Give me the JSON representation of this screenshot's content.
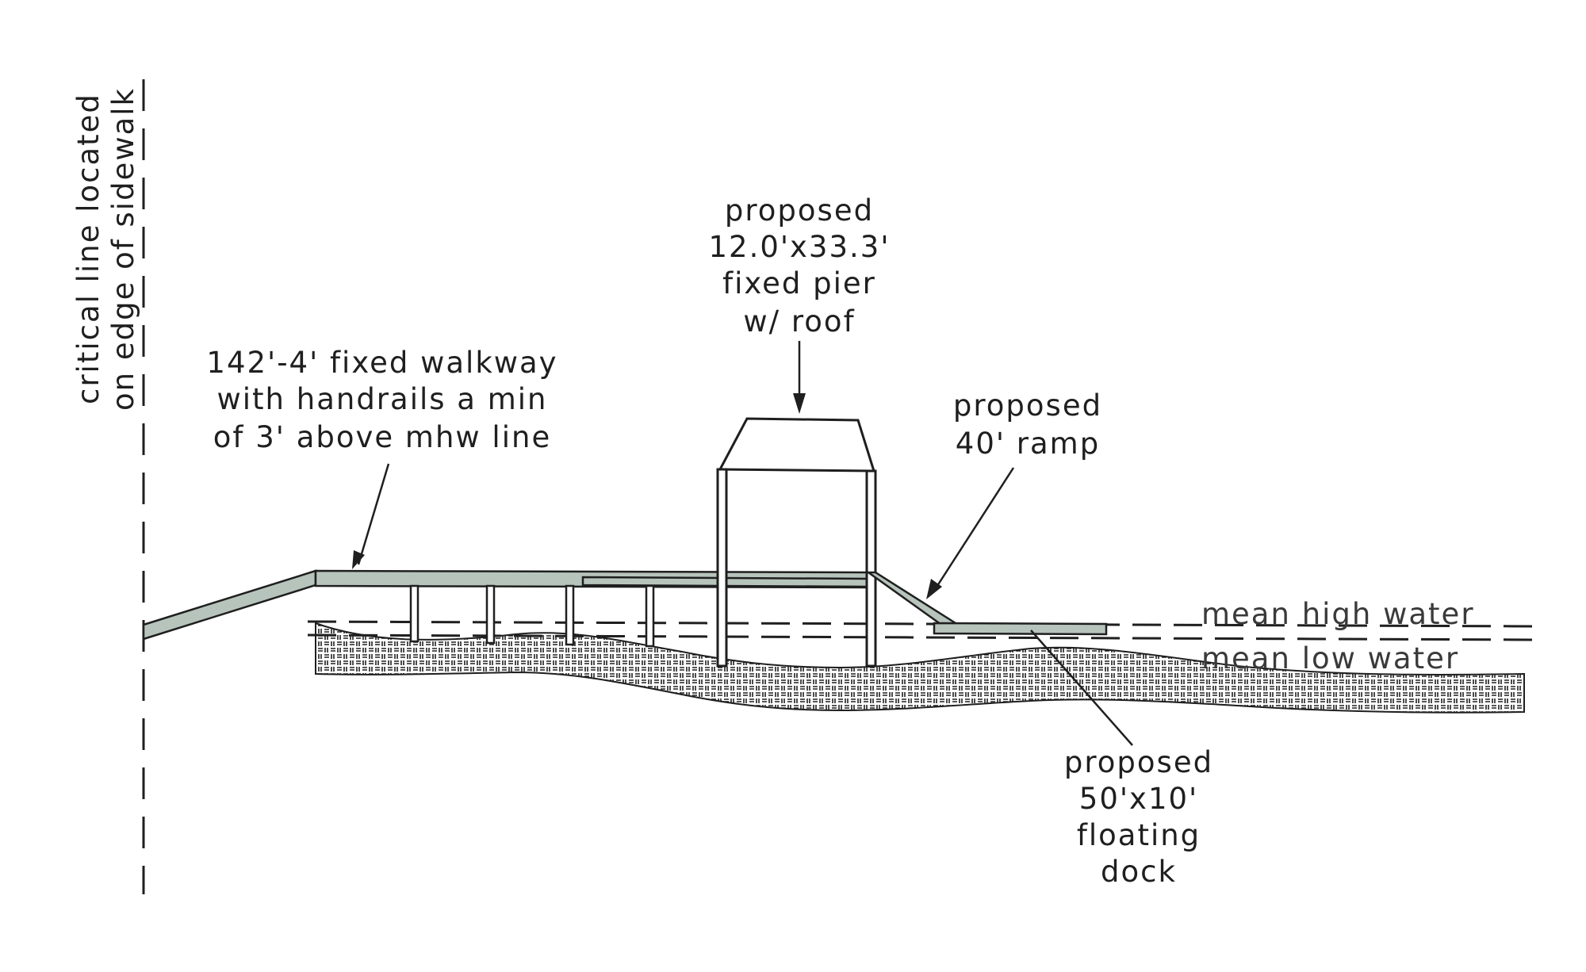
{
  "labels": {
    "critical_line_1": "critical line located",
    "critical_line_2": "on edge of sidewalk",
    "walkway_1": "142'-4' fixed walkway",
    "walkway_2": "with handrails a min",
    "walkway_3": "of 3' above mhw line",
    "pier_1": "proposed",
    "pier_2": "12.0'x33.3'",
    "pier_3": "fixed pier",
    "pier_4": "w/ roof",
    "ramp_1": "proposed",
    "ramp_2": "40' ramp",
    "dock_1": "proposed",
    "dock_2": "50'x10'",
    "dock_3": "floating",
    "dock_4": "dock",
    "mean_high_water": "mean high water",
    "mean_low_water": "mean low water"
  },
  "colors": {
    "line": "#1f1f1f",
    "deck_fill": "#b7c4bc",
    "background": "#ffffff"
  }
}
